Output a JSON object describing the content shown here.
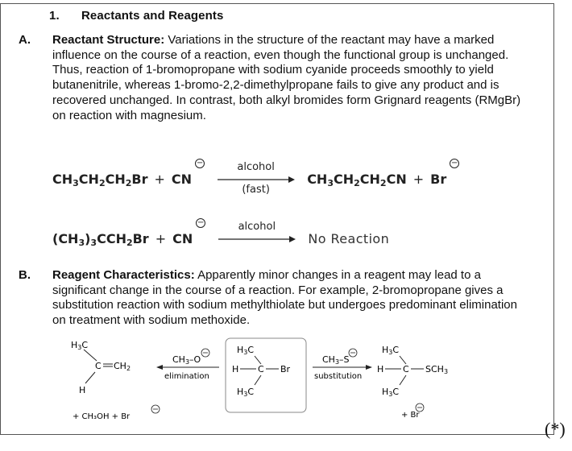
{
  "heading": {
    "number": "1.",
    "title": "Reactants and Reagents"
  },
  "sectionA": {
    "letter": "A.",
    "lead": "Reactant Structure:",
    "text": " Variations in the structure of the reactant may have a marked influence on the course of a reaction, even though the functional group is unchanged. Thus, reaction of 1-bromopropane with sodium cyanide proceeds smoothly to yield butanenitrile, whereas 1-bromo-2,2-dimethylpropane fails to give any product and is recovered unchanged. In contrast, both alkyl bromides form Grignard reagents (RMgBr) on reaction with magnesium."
  },
  "eq1": {
    "cn": "CN",
    "arrow_above": "alcohol",
    "arrow_below": "(fast)",
    "br": "Br"
  },
  "eq2": {
    "cn": "CN",
    "arrow_above": "alcohol",
    "product": "No Reaction"
  },
  "sectionB": {
    "letter": "B.",
    "lead": "Reagent Characteristics:",
    "text": " Apparently minor changes in a reagent may lead to a significant change in the course of a reaction. For example, 2-bromopropane gives a substitution reaction with sodium methylthiolate but undergoes predominant elimination on treatment with sodium methoxide."
  },
  "scheme": {
    "left_label": "elimination",
    "right_label": "substitution",
    "left_byproduct": "+ CH₃OH + Br",
    "right_byproduct": "+ Br"
  },
  "footnote": "(*)"
}
